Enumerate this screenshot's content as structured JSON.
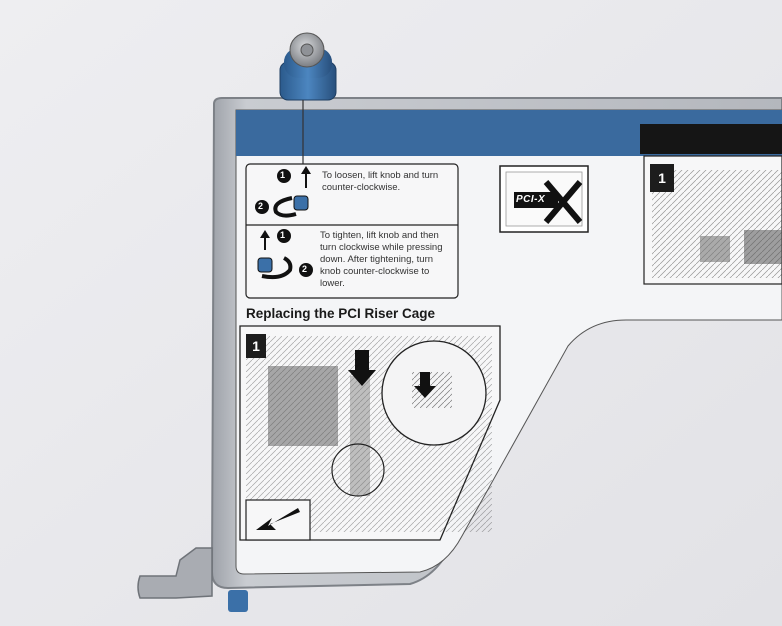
{
  "label": {
    "loosen_text": "To loosen, lift knob and turn counter-clockwise.",
    "tighten_text": "To tighten, lift knob and then turn clockwise while pressing down. After tightening, turn knob counter-clockwise to lower.",
    "section_title": "Replacing the PCI Riser Cage",
    "step_main": "1",
    "step_right": "1",
    "loosen_step1": "1",
    "loosen_step2": "2",
    "tighten_step1": "1",
    "tighten_step2": "2",
    "logo_text": "PCI-X"
  },
  "colors": {
    "background": "#e9e9ec",
    "metal": "#b9bcc2",
    "label_white": "#f4f5f7",
    "blue_band": "#3a6a9e",
    "knob_blue": "#3b70a8"
  }
}
